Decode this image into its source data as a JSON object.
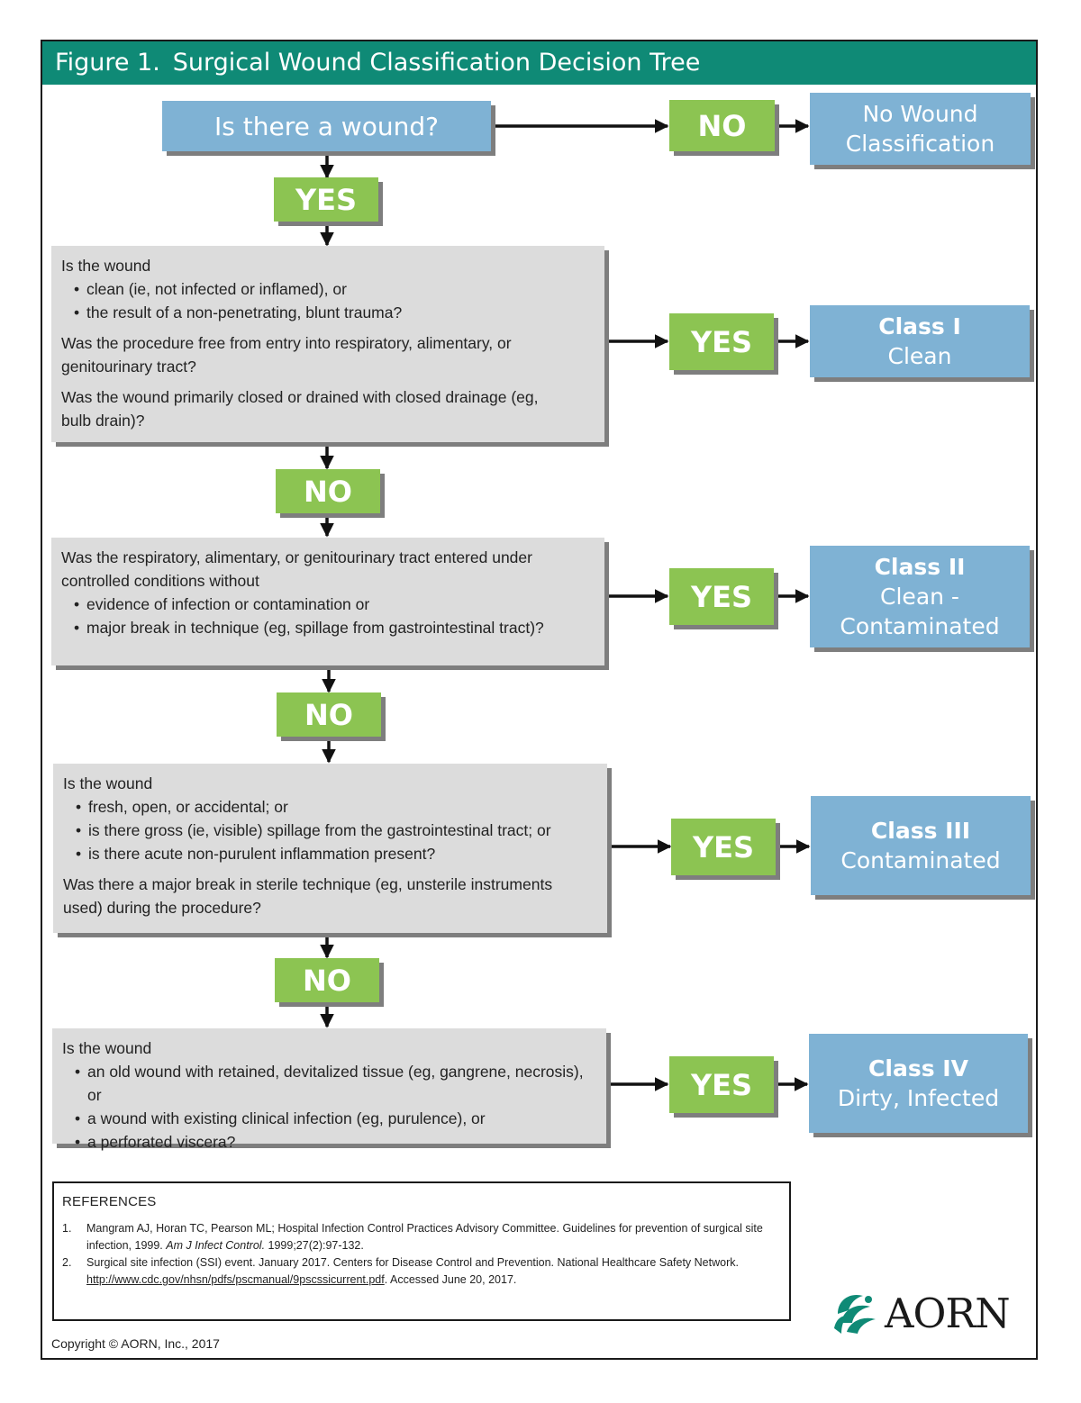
{
  "title": {
    "figure": "Figure 1.",
    "text": "Surgical Wound Classification Decision Tree"
  },
  "start": {
    "question": "Is there a wound?"
  },
  "labels": {
    "yes": "YES",
    "no": "NO"
  },
  "no_wound": {
    "line1": "No Wound",
    "line2": "Classification"
  },
  "steps": [
    {
      "intro": "Is the wound",
      "bullets": [
        "clean (ie, not infected or inflamed), or",
        "the result of a non-penetrating, blunt trauma?"
      ],
      "q1": "Was the procedure free from entry into respiratory, alimentary, or genitourinary tract?",
      "q2": "Was the wound primarily closed or drained with closed drainage (eg, bulb drain)?",
      "class_title": "Class I",
      "class_name": "Clean"
    },
    {
      "intro": "Was the respiratory, alimentary, or genitourinary tract entered under controlled conditions without",
      "bullets": [
        "evidence of infection or contamination or",
        "major break in technique (eg, spillage from gastrointestinal tract)?"
      ],
      "class_title": "Class II",
      "class_name_1": "Clean -",
      "class_name_2": "Contaminated"
    },
    {
      "intro": "Is the wound",
      "bullets": [
        "fresh, open, or accidental; or",
        "is there gross (ie, visible) spillage from the gastrointestinal tract; or",
        "is there acute non-purulent inflammation present?"
      ],
      "q1": "Was there a major break in sterile technique (eg, unsterile instruments used) during the procedure?",
      "class_title": "Class III",
      "class_name": "Contaminated"
    },
    {
      "intro": "Is the wound",
      "bullets": [
        "an old wound with retained, devitalized tissue (eg, gangrene, necrosis), or",
        "a wound with existing clinical infection (eg, purulence), or",
        "a perforated viscera?"
      ],
      "class_title": "Class IV",
      "class_name": "Dirty, Infected"
    }
  ],
  "references": {
    "heading": "REFERENCES",
    "items": [
      {
        "num": "1.",
        "text": "Mangram AJ, Horan TC, Pearson ML; Hospital Infection Control Practices Advisory Committee. Guidelines for prevention of surgical site infection, 1999.",
        "journal": "Am J Infect Control.",
        "tail": "1999;27(2):97-132."
      },
      {
        "num": "2.",
        "text": "Surgical site infection (SSI) event. January 2017. Centers for Disease Control and Prevention. National Healthcare Safety Network.",
        "link": "http://www.cdc.gov/nhsn/pdfs/pscmanual/9pscssicurrent.pdf",
        "tail": ". Accessed June 20, 2017."
      }
    ]
  },
  "copyright": "Copyright © AORN, Inc., 2017",
  "logo": {
    "text": "AORN",
    "icon": "aorn-leaf-logo-icon"
  },
  "colors": {
    "header": "#0f8a76",
    "blue_box": "#7fb2d4",
    "green_box": "#8cc452",
    "gray_box": "#dcdcdc"
  }
}
